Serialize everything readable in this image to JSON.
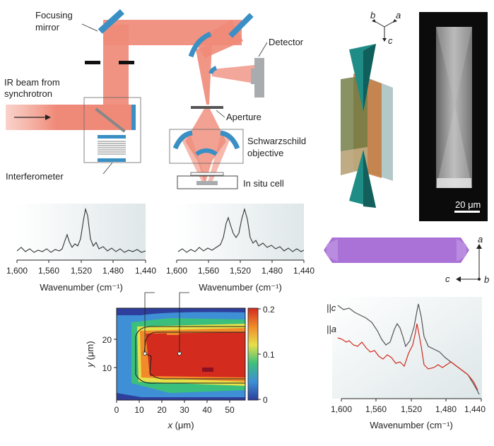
{
  "optics": {
    "focusing_mirror": [
      "Focusing",
      "mirror"
    ],
    "ir_beam": [
      "IR beam from",
      "synchrotron"
    ],
    "interferometer": "Interferometer",
    "detector": "Detector",
    "aperture": "Aperture",
    "objective": [
      "Schwarzschild",
      "objective"
    ],
    "cell": "In situ cell"
  },
  "crystal": {
    "axes_top": {
      "b": "b",
      "a": "a",
      "c": "c"
    },
    "axes_side": {
      "a": "a",
      "c": "c",
      "b": "b"
    },
    "scalebar": "20 μm"
  },
  "spectra_small": {
    "ticks": [
      "1,600",
      "1,560",
      "1,520",
      "1,480",
      "1,440"
    ],
    "xlabel": "Wavenumber (cm⁻¹)"
  },
  "map": {
    "ylabel_var": "y",
    "ylabel_unit": " (μm)",
    "xlabel_var": "x",
    "xlabel_unit": " (μm)",
    "xticks": [
      "0",
      "10",
      "20",
      "30",
      "40",
      "50"
    ],
    "yticks": [
      "20",
      "10"
    ],
    "cbar_ticks": [
      "0.2",
      "0.1",
      "0"
    ]
  },
  "polarized": {
    "c_label": "||c",
    "a_label": "||a",
    "ticks": [
      "1,600",
      "1,560",
      "1,520",
      "1,480",
      "1,440"
    ],
    "xlabel": "Wavenumber (cm⁻¹)"
  },
  "colors": {
    "beam": "#ef8a78",
    "mirror": "#3a8fc4",
    "teal": "#1f8c86",
    "purple": "#9b59d0",
    "red_trace": "#d22a1f",
    "grey_trace": "#555555"
  },
  "chart_data": [
    {
      "type": "line",
      "x": [
        1600,
        1560,
        1520,
        1480,
        1440
      ],
      "series": [
        {
          "values": []
        }
      ],
      "xlabel": "Wavenumber (cm⁻¹)"
    },
    {
      "type": "line",
      "x": [
        1600,
        1560,
        1520,
        1480,
        1440
      ],
      "series": [
        {
          "values": []
        }
      ],
      "xlabel": "Wavenumber (cm⁻¹)"
    },
    {
      "type": "heatmap",
      "xlabel": "x (μm)",
      "ylabel": "y (μm)",
      "xlim": [
        0,
        56
      ],
      "ylim": [
        0,
        30
      ],
      "color_range": [
        0,
        0.2
      ]
    },
    {
      "type": "line",
      "x": [
        1600,
        1560,
        1520,
        1480,
        1440
      ],
      "series": [
        {
          "name": "||c",
          "values": []
        },
        {
          "name": "||a",
          "values": []
        }
      ],
      "xlabel": "Wavenumber (cm⁻¹)"
    }
  ]
}
